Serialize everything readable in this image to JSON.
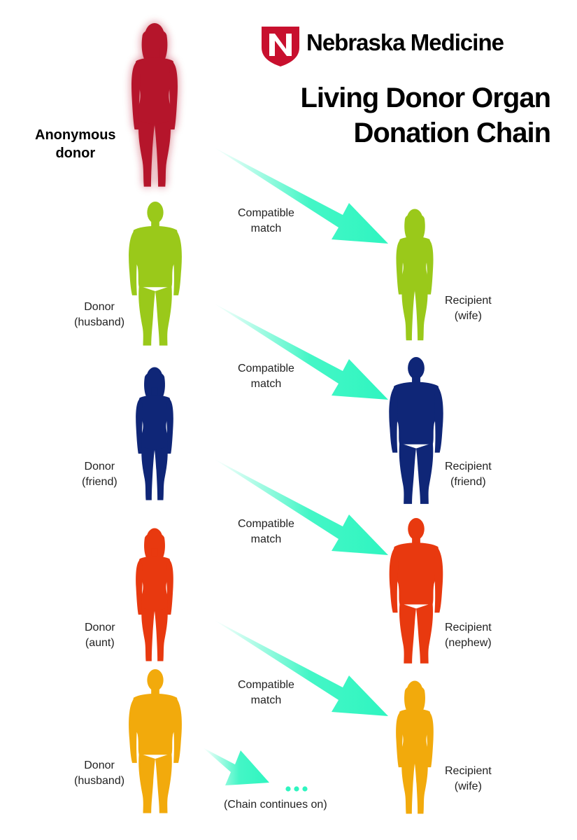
{
  "brand": {
    "name": "Nebraska Medicine",
    "accent": "#c8102e"
  },
  "title": {
    "line1": "Living Donor Organ",
    "line2": "Donation Chain"
  },
  "anonymous_donor": {
    "line1": "Anonymous",
    "line2": "donor",
    "color": "#b5152b"
  },
  "arrow_color": "#2ff5c0",
  "match_label": {
    "line1": "Compatible",
    "line2": "match"
  },
  "pairs": [
    {
      "donor": {
        "line1": "Donor",
        "line2": "(husband)",
        "color": "#9ac91a"
      },
      "recipient": {
        "line1": "Recipient",
        "line2": "(wife)",
        "color": "#9ac91a"
      }
    },
    {
      "donor": {
        "line1": "Donor",
        "line2": "(friend)",
        "color": "#0f2677"
      },
      "recipient": {
        "line1": "Recipient",
        "line2": "(friend)",
        "color": "#0f2677"
      }
    },
    {
      "donor": {
        "line1": "Donor",
        "line2": "(aunt)",
        "color": "#e8390f"
      },
      "recipient": {
        "line1": "Recipient",
        "line2": "(nephew)",
        "color": "#e8390f"
      }
    },
    {
      "donor": {
        "line1": "Donor",
        "line2": "(husband)",
        "color": "#f2aa0c"
      },
      "recipient": {
        "line1": "Recipient",
        "line2": "(wife)",
        "color": "#f2aa0c"
      }
    }
  ],
  "chain_end": {
    "ellipsis": "...",
    "label": "(Chain continues on)"
  }
}
